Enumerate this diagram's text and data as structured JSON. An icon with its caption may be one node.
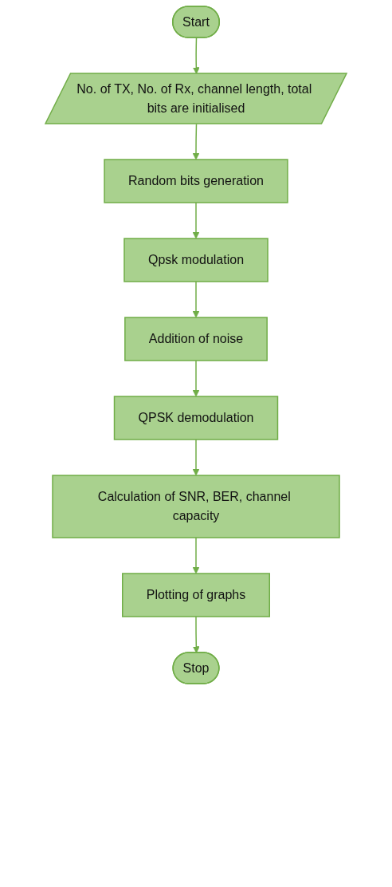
{
  "diagram": {
    "nodes": [
      {
        "text": [
          "Start"
        ]
      },
      {
        "text": [
          "No. of TX, No. of Rx, channel length, total bits are initialised"
        ]
      },
      {
        "text": [
          "Random bits generation"
        ]
      },
      {
        "text": [
          "Qpsk modulation"
        ]
      },
      {
        "text": [
          "Addition of noise"
        ]
      },
      {
        "text": [
          "QPSK demodulation"
        ]
      },
      {
        "text": [
          "Calculation of SNR, BER, channel capacity"
        ]
      },
      {
        "text": [
          "Plotting of graphs"
        ]
      },
      {
        "text": [
          "Stop"
        ]
      }
    ],
    "edges": [
      {
        "from": 0,
        "to": 1,
        "arrow": "to"
      },
      {
        "from": 1,
        "to": 2,
        "arrow": "to"
      },
      {
        "from": 2,
        "to": 3,
        "arrow": "to"
      },
      {
        "from": 3,
        "to": 4,
        "arrow": "to"
      },
      {
        "from": 4,
        "to": 5,
        "arrow": "to"
      },
      {
        "from": 5,
        "to": 6,
        "arrow": "to"
      },
      {
        "from": 6,
        "to": 7,
        "arrow": "to"
      },
      {
        "from": 7,
        "to": 8,
        "arrow": "to"
      }
    ]
  }
}
